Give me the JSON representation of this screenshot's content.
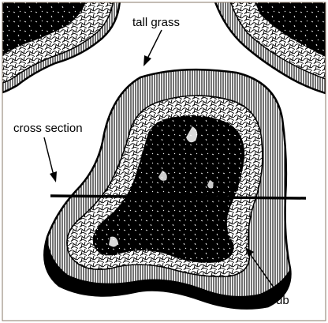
{
  "labels": {
    "tall_grass": "tall grass",
    "cross_section": "cross section",
    "scrub": "scrub"
  },
  "colors": {
    "ink": "#000000",
    "paper": "#ffffff",
    "frame": "#8a7a6a"
  }
}
